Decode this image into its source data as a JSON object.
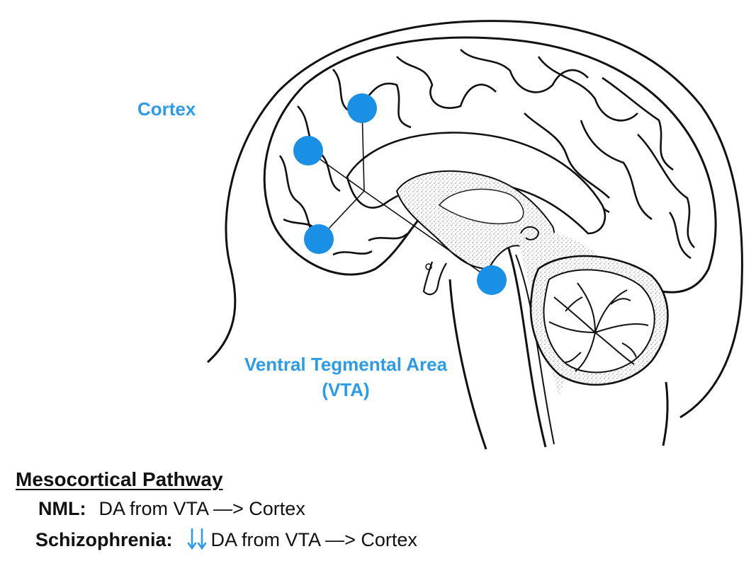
{
  "diagram": {
    "labels": {
      "cortex": "Cortex",
      "vta_line1": "Ventral Tegmental Area",
      "vta_line2": "(VTA)"
    },
    "colors": {
      "accent": "#2d9be8",
      "node_fill": "#1a8fe6",
      "line": "#111111"
    }
  },
  "notes": {
    "heading": "Mesocortical Pathway",
    "nml": {
      "term": "NML:",
      "text": "DA from VTA —> Cortex"
    },
    "schizophrenia": {
      "term": "Schizophrenia:",
      "icon": "double-down-arrow-icon",
      "text": "DA from VTA —> Cortex"
    }
  }
}
